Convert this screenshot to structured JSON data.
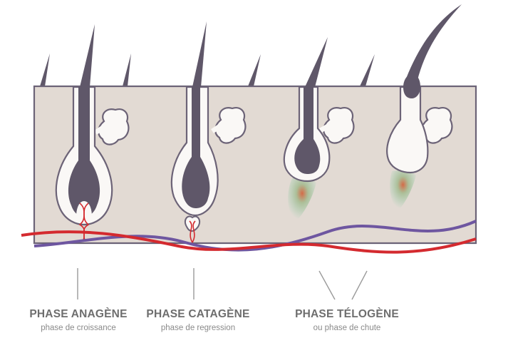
{
  "colors": {
    "skin": "#e2dad3",
    "outline": "#6c6377",
    "hair": "#5f5769",
    "follicle": "#faf8f6",
    "red_vessel": "#d42a2f",
    "purple_vessel": "#6e56a0",
    "leader": "#9a9a9a",
    "telogen_glow": "#8fcfae",
    "telogen_core": "#d4643f"
  },
  "phases": [
    {
      "title": "PHASE ANAGÈNE",
      "subtitle": "phase de croissance"
    },
    {
      "title": "PHASE CATAGÈNE",
      "subtitle": "phase de regression"
    },
    {
      "title": "PHASE TÉLOGÈNE",
      "subtitle": "ou phase de chute"
    }
  ]
}
